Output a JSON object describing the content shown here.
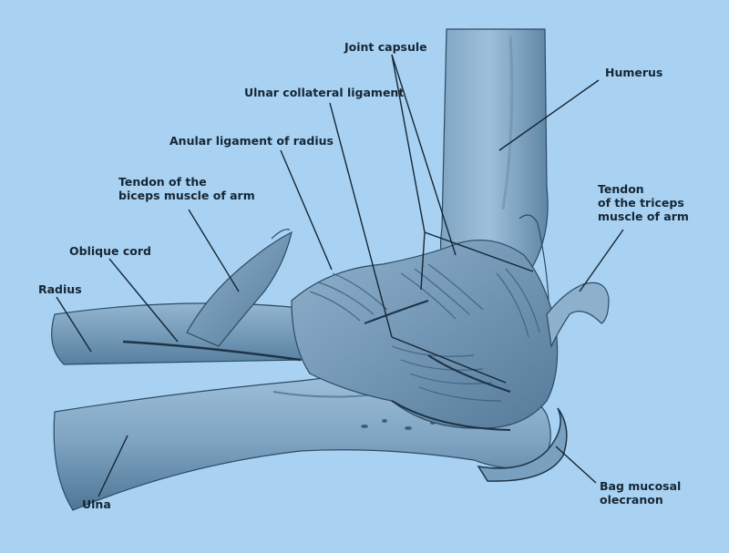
{
  "labels": {
    "joint_capsule": "Joint capsule",
    "humerus": "Humerus",
    "ulnar_collateral": "Ulnar collateral ligament",
    "anular_ligament": "Anular ligament of radius",
    "biceps_tendon_l1": "Tendon of the",
    "biceps_tendon_l2": "biceps muscle of arm",
    "triceps_tendon_l1": "Tendon",
    "triceps_tendon_l2": "of the triceps",
    "triceps_tendon_l3": "muscle of arm",
    "oblique_cord": "Oblique cord",
    "radius": "Radius",
    "ulna": "Ulna",
    "bursa_l1": "Bag mucosal",
    "bursa_l2": "olecranon"
  },
  "colors": {
    "background": "#a9d2f2",
    "bone_light": "#8bb0cc",
    "bone_mid": "#6e94b3",
    "bone_dark": "#3f6482",
    "outline": "#1d3347",
    "label_text": "#152635"
  }
}
